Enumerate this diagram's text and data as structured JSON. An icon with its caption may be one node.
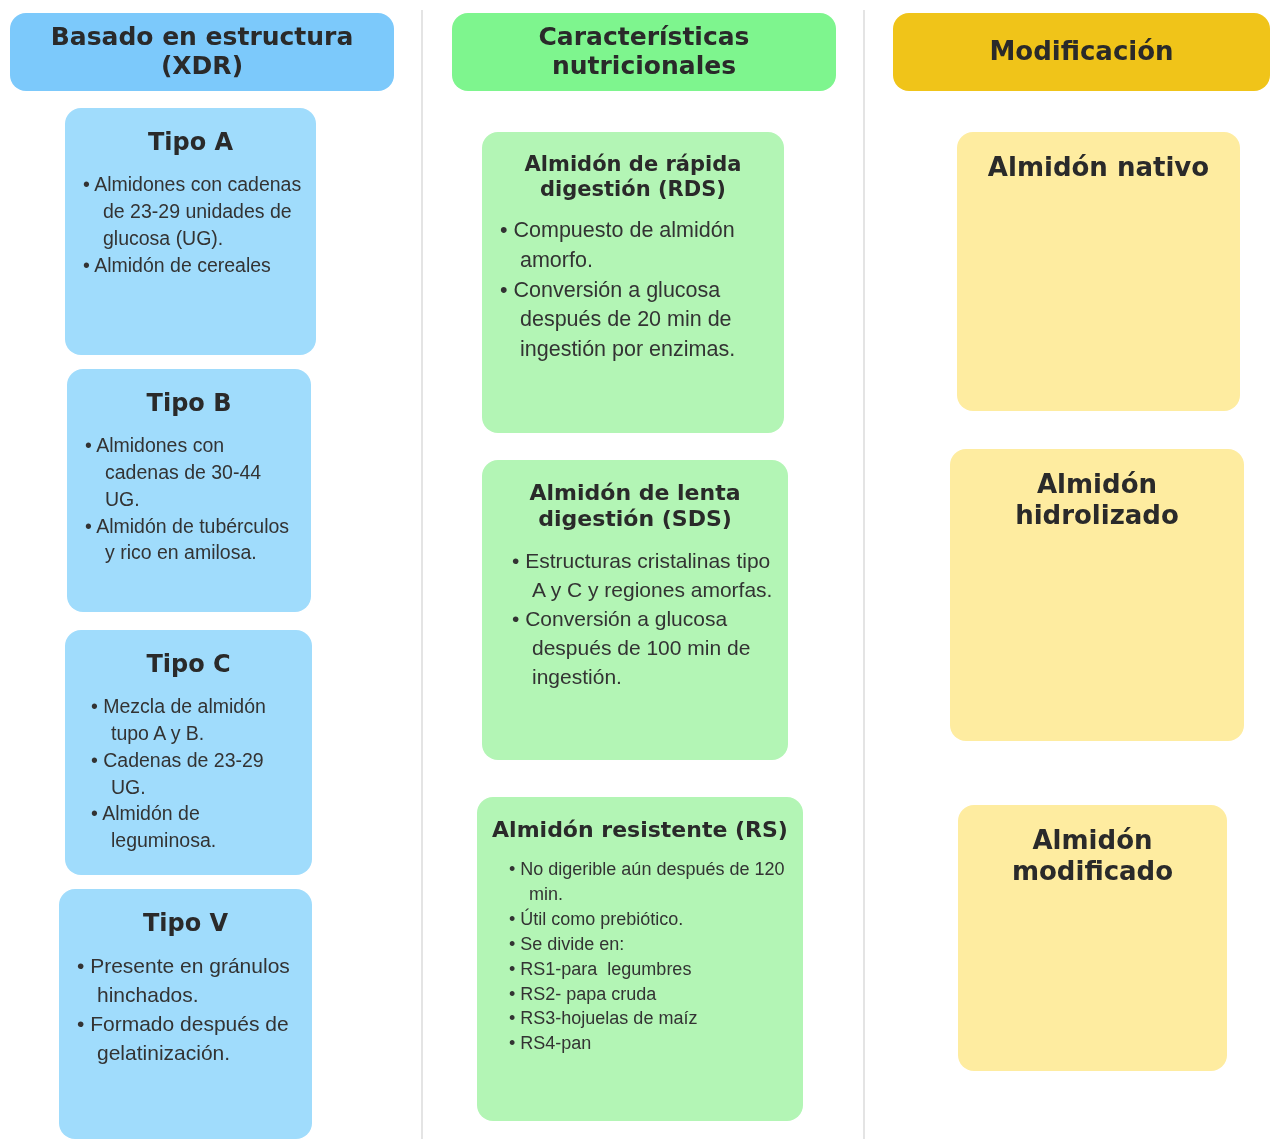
{
  "diagram": {
    "nodes": [
      {
        "text": [
          "Basado en estructura (XDR)"
        ]
      },
      {
        "text": [
          "Características nutricionales"
        ]
      },
      {
        "text": [
          "Modificación"
        ]
      },
      {
        "text": [
          "Tipo A",
          "• Almidones con cadenas de 23-29 unidades de glucosa (UG).",
          "• Almidón de cereales"
        ]
      },
      {
        "text": [
          "Tipo B",
          "• Almidones con cadenas de 30-44 UG.",
          "• Almidón de tubérculos y rico en amilosa."
        ]
      },
      {
        "text": [
          "Tipo C",
          "• Mezcla de almidón tupo A y B.",
          "• Cadenas de 23-29 UG.",
          "• Almidón de leguminosa."
        ]
      },
      {
        "text": [
          "Tipo V",
          "• Presente en gránulos hinchados.",
          "• Formado después de gelatinización."
        ]
      },
      {
        "text": [
          "Almidón de rápida digestión (RDS)",
          "• Compuesto de almidón amorfo.",
          "• Conversión a glucosa después de 20 min de ingestión por enzimas."
        ]
      },
      {
        "text": [
          "Almidón de lenta digestión (SDS)",
          "• Estructuras cristalinas tipo A y C y regiones amorfas.",
          "• Conversión a glucosa después de 100 min de ingestión."
        ]
      },
      {
        "text": [
          "Almidón resistente (RS)",
          "• No digerible aún después de 120 min.",
          "• Útil como prebiótico.",
          "• Se divide en:",
          "• RS1-para  legumbres",
          "• RS2- papa cruda",
          "• RS3-hojuelas de maíz",
          "• RS4-pan"
        ]
      },
      {
        "text": [
          "Almidón nativo"
        ]
      },
      {
        "text": [
          "Almidón hidrolizado"
        ]
      },
      {
        "text": [
          "Almidón modificado"
        ]
      }
    ]
  }
}
